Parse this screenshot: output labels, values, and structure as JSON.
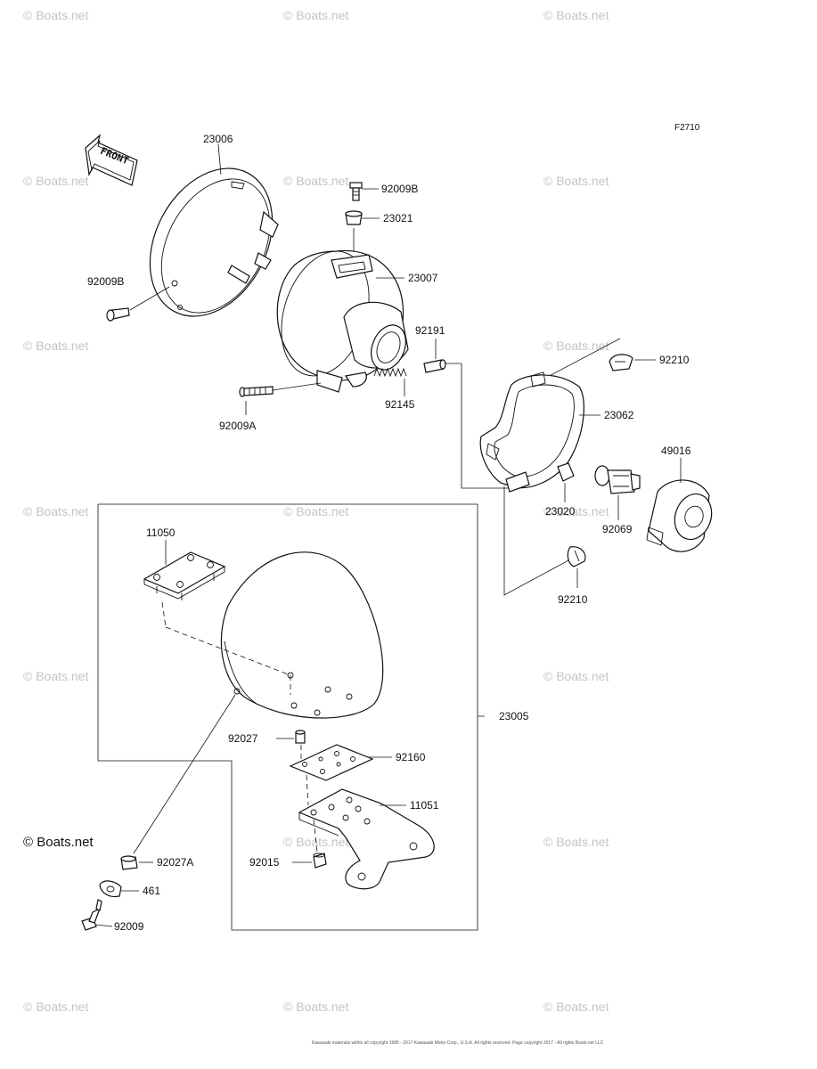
{
  "figure_id": "F2710",
  "front_label": "FRONT",
  "watermark": "© Boats.net",
  "brand_logo": "© Boats.net",
  "copyright": "Kawasaki materials within all copyright 1995 - 2017 Kawasaki Motor Corp., U.S.A. All rights reserved. Page copyright 2017 - All rights Boats.net LLC",
  "callouts": {
    "c23006": "23006",
    "c92009B_top": "92009B",
    "c23021": "23021",
    "c23007": "23007",
    "c92009B_left": "92009B",
    "c92191": "92191",
    "c92210_top": "92210",
    "c92145": "92145",
    "c92009A": "92009A",
    "c23062": "23062",
    "c49016": "49016",
    "c11050": "11050",
    "c23020": "23020",
    "c92069": "92069",
    "c92210_bottom": "92210",
    "c23005": "23005",
    "c92027": "92027",
    "c92160": "92160",
    "c11051": "11051",
    "c92027A": "92027A",
    "c92015": "92015",
    "c461": "461",
    "c92009": "92009"
  }
}
